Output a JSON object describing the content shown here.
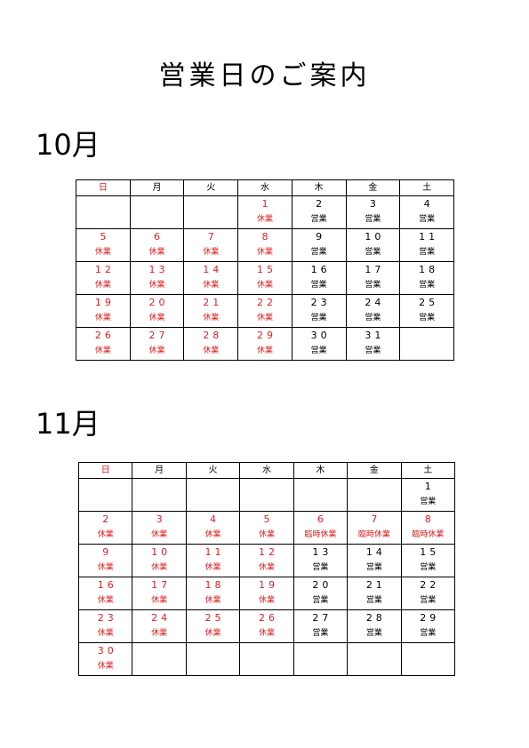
{
  "title": "営業日のご案内",
  "colors": {
    "closed": "#e02020",
    "open": "#000000"
  },
  "weekdays": [
    "日",
    "月",
    "火",
    "水",
    "木",
    "金",
    "土"
  ],
  "months": [
    {
      "heading": "10月",
      "weeks": [
        [
          null,
          null,
          null,
          {
            "day": "1",
            "status": "休業",
            "closed": true
          },
          {
            "day": "2",
            "status": "営業",
            "closed": false
          },
          {
            "day": "3",
            "status": "営業",
            "closed": false
          },
          {
            "day": "4",
            "status": "営業",
            "closed": false
          }
        ],
        [
          {
            "day": "5",
            "status": "休業",
            "closed": true
          },
          {
            "day": "6",
            "status": "休業",
            "closed": true
          },
          {
            "day": "7",
            "status": "休業",
            "closed": true
          },
          {
            "day": "8",
            "status": "休業",
            "closed": true
          },
          {
            "day": "9",
            "status": "営業",
            "closed": false
          },
          {
            "day": "10",
            "status": "営業",
            "closed": false
          },
          {
            "day": "11",
            "status": "営業",
            "closed": false
          }
        ],
        [
          {
            "day": "12",
            "status": "休業",
            "closed": true
          },
          {
            "day": "13",
            "status": "休業",
            "closed": true
          },
          {
            "day": "14",
            "status": "休業",
            "closed": true
          },
          {
            "day": "15",
            "status": "休業",
            "closed": true
          },
          {
            "day": "16",
            "status": "営業",
            "closed": false
          },
          {
            "day": "17",
            "status": "営業",
            "closed": false
          },
          {
            "day": "18",
            "status": "営業",
            "closed": false
          }
        ],
        [
          {
            "day": "19",
            "status": "休業",
            "closed": true
          },
          {
            "day": "20",
            "status": "休業",
            "closed": true
          },
          {
            "day": "21",
            "status": "休業",
            "closed": true
          },
          {
            "day": "22",
            "status": "休業",
            "closed": true
          },
          {
            "day": "23",
            "status": "営業",
            "closed": false
          },
          {
            "day": "24",
            "status": "営業",
            "closed": false
          },
          {
            "day": "25",
            "status": "営業",
            "closed": false
          }
        ],
        [
          {
            "day": "26",
            "status": "休業",
            "closed": true
          },
          {
            "day": "27",
            "status": "休業",
            "closed": true
          },
          {
            "day": "28",
            "status": "休業",
            "closed": true
          },
          {
            "day": "29",
            "status": "休業",
            "closed": true
          },
          {
            "day": "30",
            "status": "営業",
            "closed": false
          },
          {
            "day": "31",
            "status": "営業",
            "closed": false
          },
          null
        ]
      ]
    },
    {
      "heading": "11月",
      "weeks": [
        [
          null,
          null,
          null,
          null,
          null,
          null,
          {
            "day": "1",
            "status": "営業",
            "closed": false
          }
        ],
        [
          {
            "day": "2",
            "status": "休業",
            "closed": true
          },
          {
            "day": "3",
            "status": "休業",
            "closed": true
          },
          {
            "day": "4",
            "status": "休業",
            "closed": true
          },
          {
            "day": "5",
            "status": "休業",
            "closed": true
          },
          {
            "day": "6",
            "status": "臨時休業",
            "closed": true
          },
          {
            "day": "7",
            "status": "臨時休業",
            "closed": true
          },
          {
            "day": "8",
            "status": "臨時休業",
            "closed": true
          }
        ],
        [
          {
            "day": "9",
            "status": "休業",
            "closed": true
          },
          {
            "day": "10",
            "status": "休業",
            "closed": true
          },
          {
            "day": "11",
            "status": "休業",
            "closed": true
          },
          {
            "day": "12",
            "status": "休業",
            "closed": true
          },
          {
            "day": "13",
            "status": "営業",
            "closed": false
          },
          {
            "day": "14",
            "status": "営業",
            "closed": false
          },
          {
            "day": "15",
            "status": "営業",
            "closed": false
          }
        ],
        [
          {
            "day": "16",
            "status": "休業",
            "closed": true
          },
          {
            "day": "17",
            "status": "休業",
            "closed": true
          },
          {
            "day": "18",
            "status": "休業",
            "closed": true
          },
          {
            "day": "19",
            "status": "休業",
            "closed": true
          },
          {
            "day": "20",
            "status": "営業",
            "closed": false
          },
          {
            "day": "21",
            "status": "営業",
            "closed": false
          },
          {
            "day": "22",
            "status": "営業",
            "closed": false
          }
        ],
        [
          {
            "day": "23",
            "status": "休業",
            "closed": true
          },
          {
            "day": "24",
            "status": "休業",
            "closed": true
          },
          {
            "day": "25",
            "status": "休業",
            "closed": true
          },
          {
            "day": "26",
            "status": "休業",
            "closed": true
          },
          {
            "day": "27",
            "status": "営業",
            "closed": false
          },
          {
            "day": "28",
            "status": "営業",
            "closed": false
          },
          {
            "day": "29",
            "status": "営業",
            "closed": false
          }
        ],
        [
          {
            "day": "30",
            "status": "休業",
            "closed": true
          },
          null,
          null,
          null,
          null,
          null,
          null
        ]
      ]
    }
  ]
}
